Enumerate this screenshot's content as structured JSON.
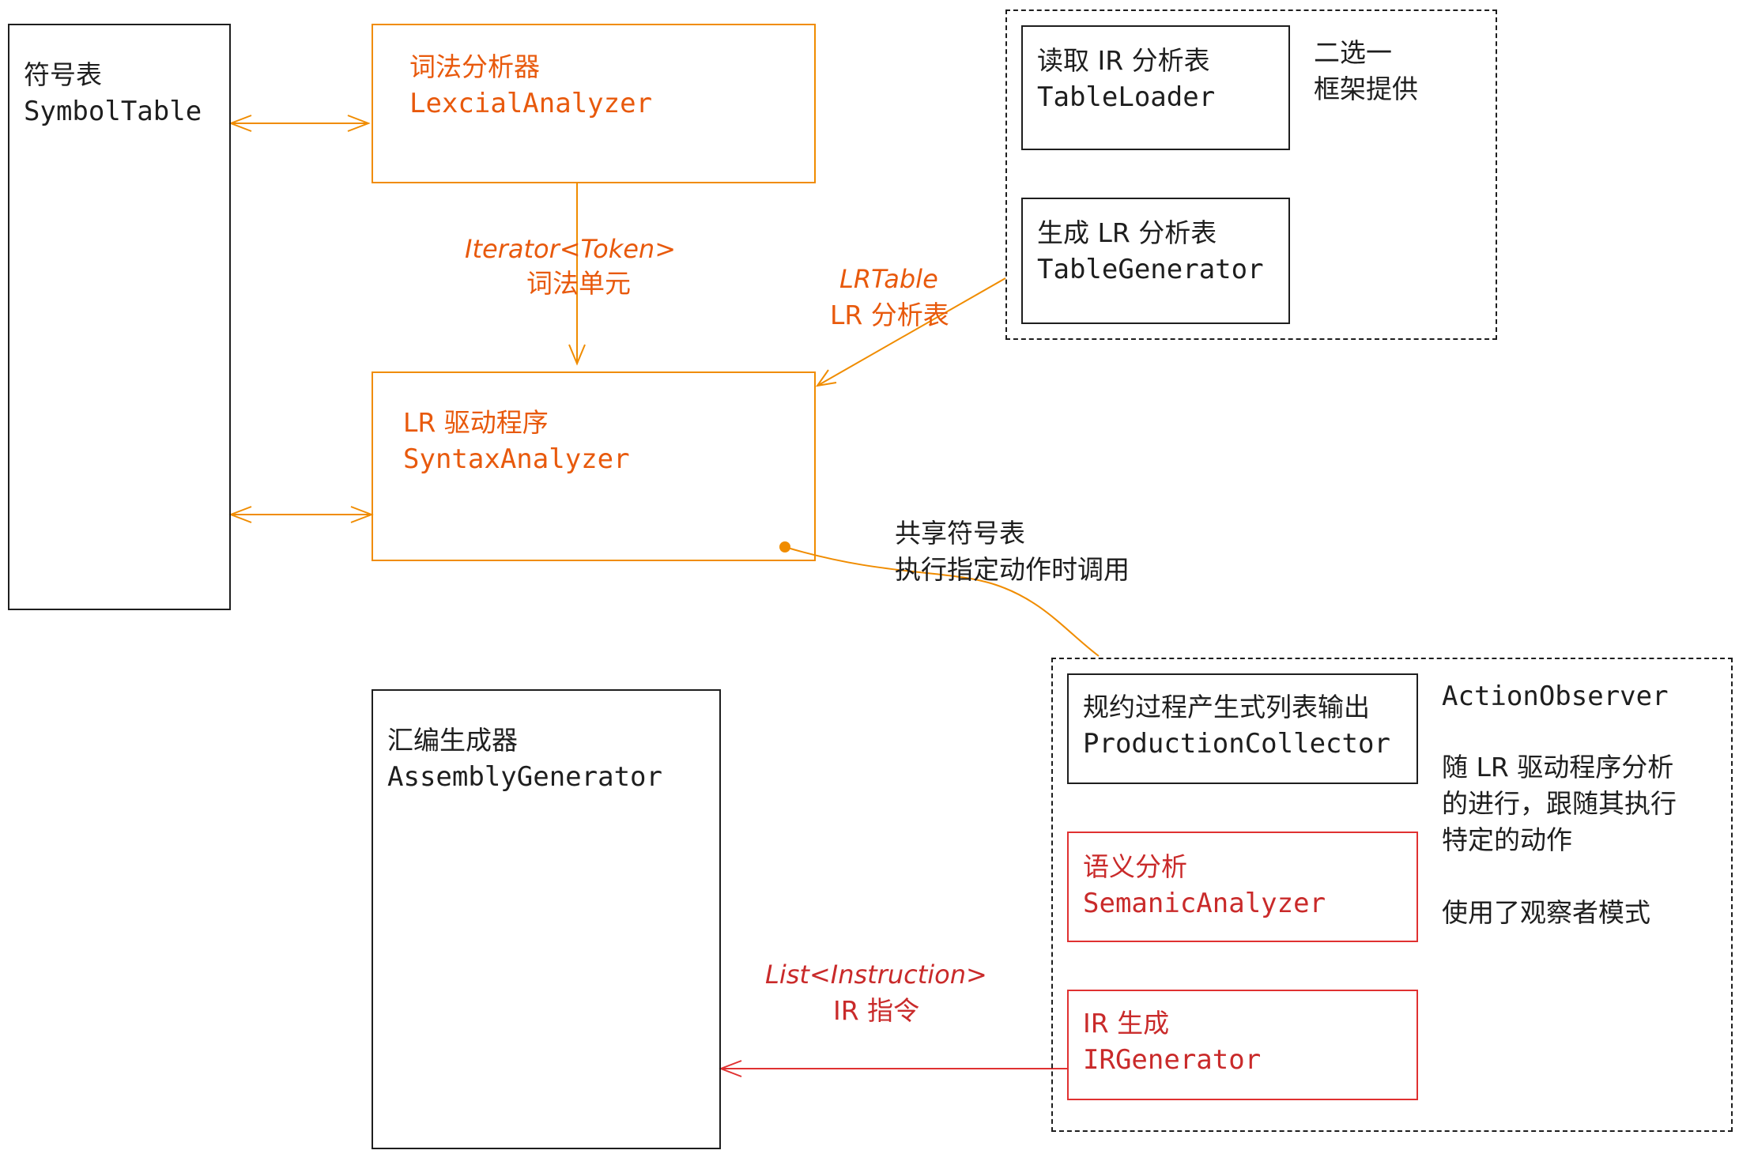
{
  "symbol_table": {
    "name": "符号表",
    "class": "SymbolTable"
  },
  "lexer": {
    "name": "词法分析器",
    "class": "LexcialAnalyzer"
  },
  "token_label": {
    "type": "Iterator<Token>",
    "name": "词法单元"
  },
  "syntax": {
    "name": "LR 驱动程序",
    "class": "SyntaxAnalyzer"
  },
  "table_group": {
    "note_line1": "二选一",
    "note_line2": "框架提供",
    "loader": {
      "name": "读取 IR 分析表",
      "class": "TableLoader"
    },
    "generator": {
      "name": "生成 LR 分析表",
      "class": "TableGenerator"
    }
  },
  "lrtable_label": {
    "type": "LRTable",
    "name": "LR 分析表"
  },
  "observer_label": {
    "line1": "共享符号表",
    "line2": "执行指定动作时调用"
  },
  "action_group": {
    "title": "ActionObserver",
    "desc_line1": "随 LR 驱动程序分析",
    "desc_line2": "的进行，跟随其执行",
    "desc_line3": "特定的动作",
    "desc_line4": "使用了观察者模式",
    "collector": {
      "name": "规约过程产生式列表输出",
      "class": "ProductionCollector"
    },
    "semantic": {
      "name": "语义分析",
      "class": "SemanicAnalyzer"
    },
    "irgen": {
      "name": "IR 生成",
      "class": "IRGenerator"
    }
  },
  "instr_label": {
    "type": "List<Instruction>",
    "name": "IR 指令"
  },
  "assembly": {
    "name": "汇编生成器",
    "class": "AssemblyGenerator"
  },
  "colors": {
    "orange": "#f08c00",
    "red": "#e03131",
    "stroke": "#1e1e1e"
  }
}
